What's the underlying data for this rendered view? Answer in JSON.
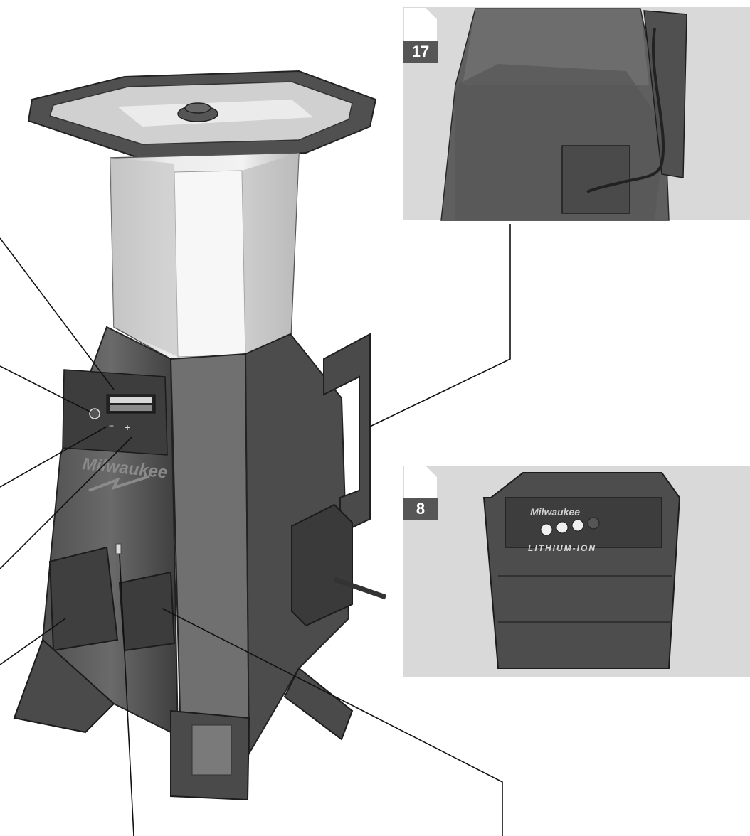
{
  "figure": {
    "brand_text": "Milwaukee",
    "callout_badges": [
      {
        "label": "17"
      },
      {
        "label": "8"
      }
    ],
    "battery": {
      "brand_text": "Milwaukee",
      "chemistry_text": "LITHIUM-ION",
      "charge_level_leds_lit": 3,
      "charge_level_leds_total": 4
    },
    "colors": {
      "panel_background": "#d9d9d9",
      "badge_background": "#565656",
      "body_dark": "#4a4a4a",
      "body_mid": "#666666",
      "lens_light": "#e8e8e8",
      "leader_line": "#111111"
    },
    "icons": [
      "brand-logo-icon",
      "lightning-bolt-icon",
      "power-button-icon",
      "plus-button-icon",
      "minus-button-icon",
      "power-cord-icon",
      "battery-fuel-gauge-icon"
    ]
  }
}
